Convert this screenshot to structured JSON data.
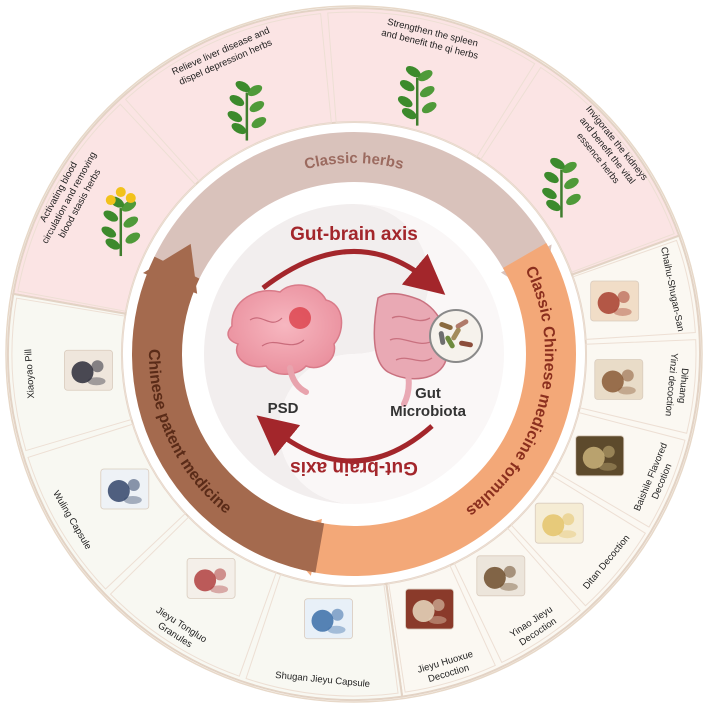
{
  "center": {
    "axis_top": "Gut-brain axis",
    "axis_bottom": "Gut-brain axis",
    "psd": "PSD",
    "gut_line1": "Gut",
    "gut_line2": "Microbiota"
  },
  "inner_ring": {
    "herbs": "Classic herbs",
    "formulas": "Classic Chinese medicine formulas",
    "patent": "Chinese patent medicine"
  },
  "herbs": [
    {
      "lines": [
        "Activating blood",
        "circulation and removing",
        "blood stasis herbs"
      ]
    },
    {
      "lines": [
        "Relieve liver disease and",
        "dispel depression herbs"
      ]
    },
    {
      "lines": [
        "Strengthen the spleen",
        "and benefit the qi herbs"
      ]
    },
    {
      "lines": [
        "Invigorate the kidneys",
        "and benefit the vital",
        "essence herbs"
      ]
    }
  ],
  "formulas": [
    {
      "lines": [
        "Chaihu-Shugan-San"
      ]
    },
    {
      "lines": [
        "Dihuang",
        "Yinzi decoction"
      ]
    },
    {
      "lines": [
        "Baishile Flavored",
        "Decotion"
      ]
    },
    {
      "lines": [
        "Ditan Decoction"
      ]
    },
    {
      "lines": [
        "Yinao Jieyu",
        "Decoction"
      ]
    },
    {
      "lines": [
        "Jieyu Huoxue",
        "Decoction"
      ]
    }
  ],
  "patent": [
    {
      "lines": [
        "Shugan Jieyu Capsule"
      ]
    },
    {
      "lines": [
        "Jieyu Tongluo",
        "Granules"
      ]
    },
    {
      "lines": [
        "Wuling Capsule"
      ]
    },
    {
      "lines": [
        "Xiaoyao Pill"
      ]
    }
  ],
  "colors": {
    "herbs_ring": "#d9c2bb",
    "formulas_ring": "#f3a878",
    "patent_ring": "#a46a4e",
    "axis_arrow": "#a3262b",
    "herbs_sector": "#fbe4e4",
    "outer_border": "#e7d8c8"
  }
}
